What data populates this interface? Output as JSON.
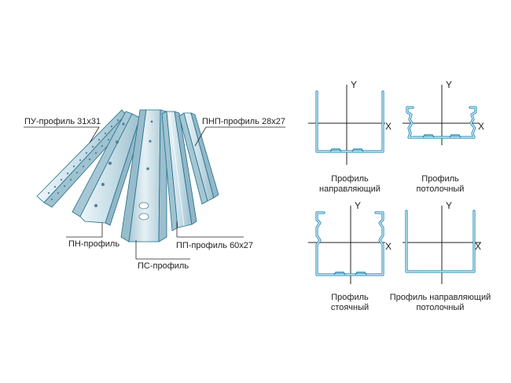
{
  "left_labels": {
    "pu": "ПУ-профиль 31х31",
    "pnp": "ПНП-профиль 28х27",
    "pn": "ПН-профиль",
    "pp": "ПП-профиль 60х27",
    "ps": "ПС-профиль"
  },
  "sections": [
    {
      "id": "guide",
      "caption_line1": "Профиль",
      "caption_line2": "направляющий",
      "x_axis": "X",
      "y_axis": "Y"
    },
    {
      "id": "ceiling",
      "caption_line1": "Профиль",
      "caption_line2": "потолочный",
      "x_axis": "X",
      "y_axis": "Y"
    },
    {
      "id": "stud",
      "caption_line1": "Профиль",
      "caption_line2": "стоячный",
      "x_axis": "X",
      "y_axis": "Y"
    },
    {
      "id": "ceiling-guide",
      "caption_line1": "Профиль направляющий",
      "caption_line2": "потолочный",
      "x_axis": "X",
      "y_axis": "Y"
    }
  ],
  "colors": {
    "profile_blue": "#2a8fb8",
    "metal_light": "#dfeef4",
    "metal_mid": "#b9d4df",
    "metal_dark": "#8fb3c3"
  }
}
